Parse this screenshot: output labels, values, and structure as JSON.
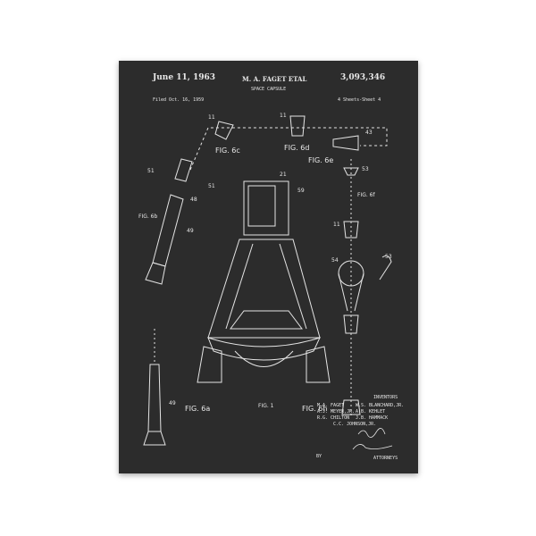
{
  "header": {
    "date": "June 11, 1963",
    "inventor_line": "M. A. FAGET ETAL",
    "patent_number": "3,093,346",
    "title": "SPACE CAPSULE",
    "filed": "Filed Oct. 16, 1959",
    "sheets": "4 Sheets-Sheet 4"
  },
  "figures": {
    "fig6a": "FIG. 6a",
    "fig6b": "FIG. 6b",
    "fig6c": "FIG. 6c",
    "fig6d": "FIG. 6d",
    "fig6e": "FIG. 6e",
    "fig6f": "FIG. 6f",
    "fig6h": "FIG. 6h",
    "fig1": "FIG. 1"
  },
  "numerals": {
    "n11a": "11",
    "n11b": "11",
    "n43": "43",
    "n53a": "53",
    "n53b": "53",
    "n51a": "51",
    "n51b": "51",
    "n48": "48",
    "n49a": "49",
    "n49b": "49",
    "n54": "54",
    "n21": "21",
    "n59": "59",
    "n11c": "11"
  },
  "inventors": {
    "heading": "INVENTORS",
    "names": [
      "M.A. FAGET",
      "W.S. BLANCHARD,JR.",
      "A.J. MEYER,JR.",
      "A.B. KEHLET",
      "R.G. CHILTON",
      "J.B. HAMMACK",
      "C.C. JOHNSON,JR."
    ],
    "by": "BY",
    "attorneys": "ATTORNEYS"
  },
  "colors": {
    "board": "#2c2c2c",
    "chalk": "#e8e8e8"
  }
}
